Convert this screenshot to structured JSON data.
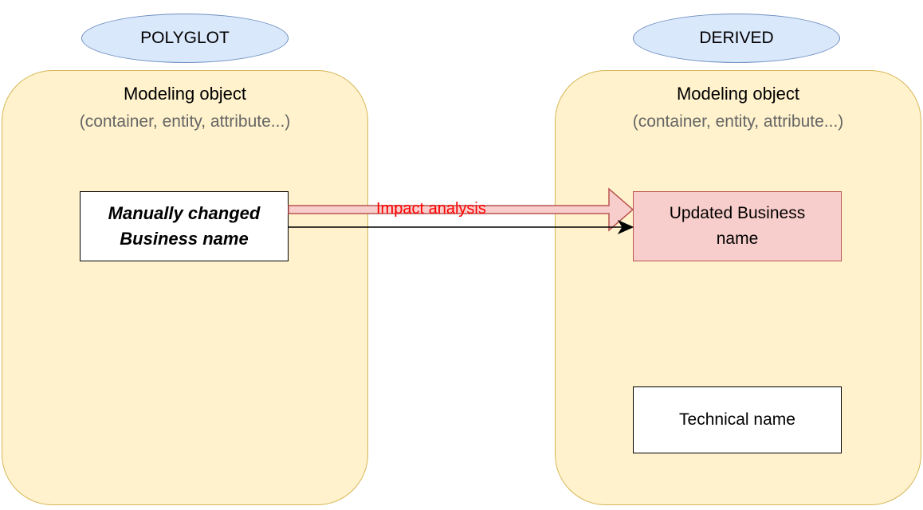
{
  "left": {
    "tag": "POLYGLOT",
    "title": "Modeling object",
    "subtitle": "(container, entity, attribute...)",
    "box_line1": "Manually changed",
    "box_line2": "Business name"
  },
  "right": {
    "tag": "DERIVED",
    "title": "Modeling object",
    "subtitle": "(container, entity, attribute...)",
    "updated_line1": "Updated Business",
    "updated_line2": "name",
    "technical": "Technical name"
  },
  "connector": {
    "label": "Impact analysis"
  },
  "colors": {
    "tag_fill": "#dae8fc",
    "tag_border": "#6c8ebf",
    "container_fill": "#fff2cc",
    "container_border": "#d6b656",
    "updated_fill": "#f8cecc",
    "updated_border": "#b85450",
    "label_color": "#ff0000"
  }
}
